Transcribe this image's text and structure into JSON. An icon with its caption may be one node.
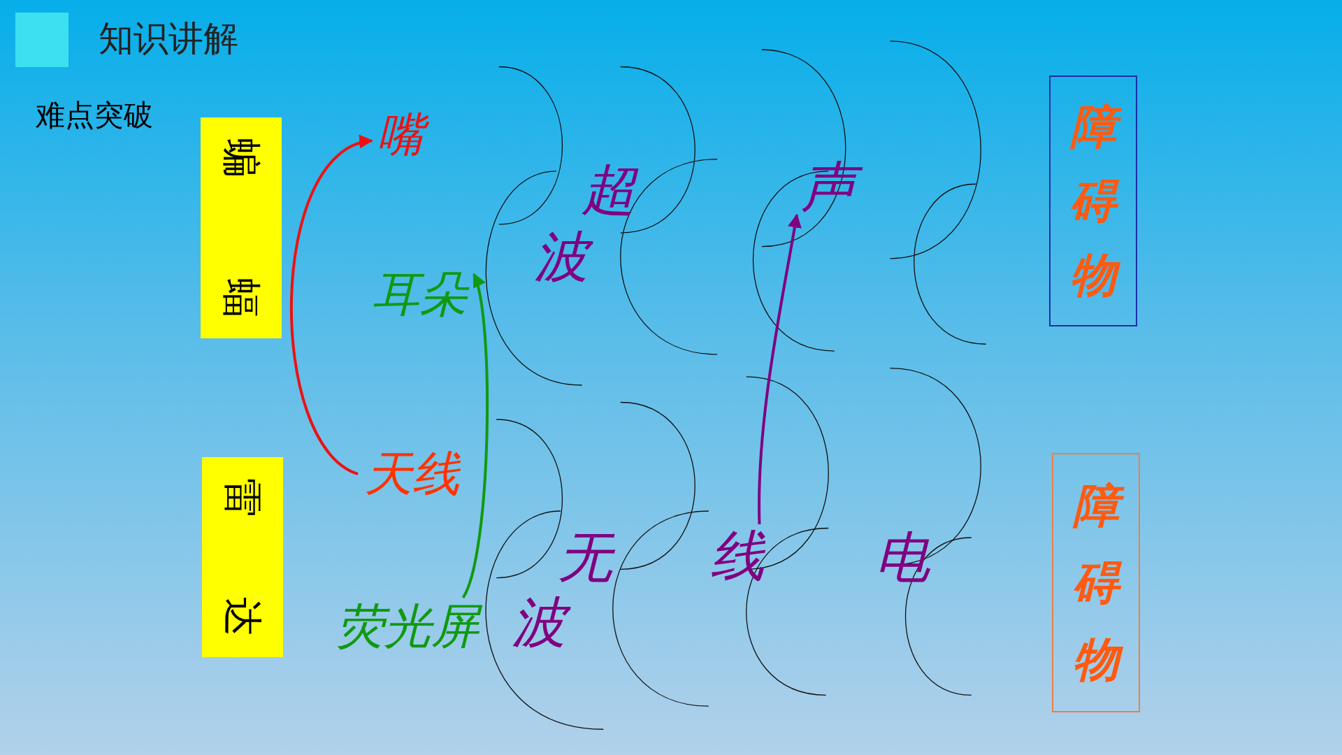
{
  "diagram": {
    "title": "知识讲解",
    "nodes": [
      {
        "text": [],
        "shape": "box"
      },
      {
        "text": [
          "蝙蝠"
        ]
      },
      {
        "text": [
          "雷达"
        ]
      },
      {
        "text": [
          "嘴"
        ]
      },
      {
        "text": [
          "耳朵"
        ]
      },
      {
        "text": [
          "天线"
        ]
      },
      {
        "text": [
          "荧光屏"
        ]
      },
      {
        "text": [
          "超"
        ]
      },
      {
        "text": [
          "波"
        ]
      },
      {
        "text": [
          "声"
        ]
      },
      {
        "text": [
          "无"
        ]
      },
      {
        "text": [
          "线"
        ]
      },
      {
        "text": [
          "电"
        ]
      },
      {
        "text": [
          "波"
        ]
      },
      {
        "text": [
          "障碍物"
        ]
      },
      {
        "text": [
          "障碍物"
        ]
      }
    ],
    "edges": [
      {
        "from": 5,
        "to": 3,
        "arrow": "to",
        "color": "#ee1111"
      },
      {
        "from": 6,
        "to": 4,
        "arrow": "to",
        "color": "#119911"
      },
      {
        "from": 11,
        "to": 9,
        "arrow": "to",
        "color": "#800080"
      }
    ],
    "labels": [
      "难点突破"
    ]
  }
}
